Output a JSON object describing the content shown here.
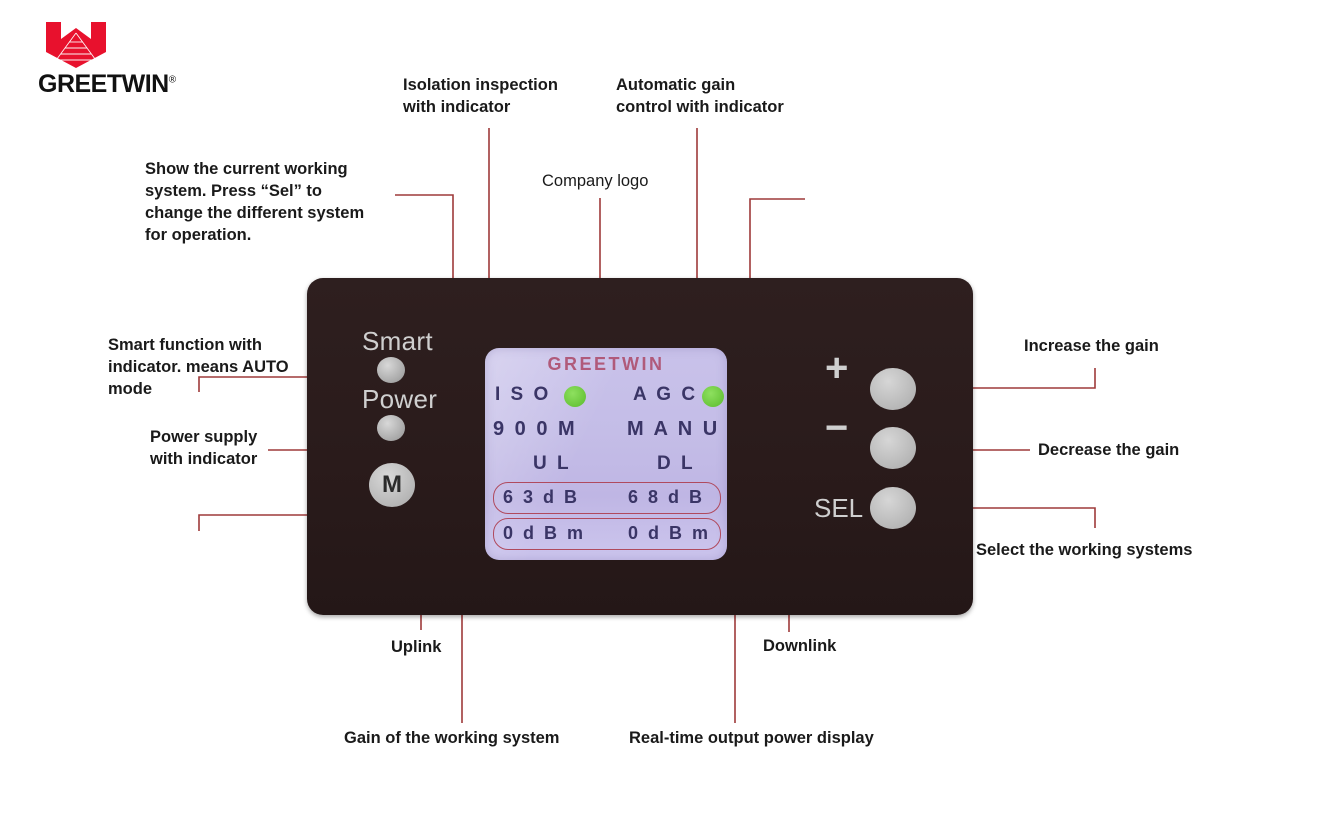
{
  "logo": {
    "name": "GREETWIN",
    "registered": "®",
    "mark_color": "#e8112d"
  },
  "colors": {
    "panel": "#2a1b1b",
    "lcd_background": "#c4bde7",
    "lcd_text": "#3a3566",
    "lcd_brand": "#b05a7a",
    "leader_line": "#9e3a3a",
    "indicator_green": "#6cc83e",
    "button": "#bcbcbc"
  },
  "device": {
    "left_controls": {
      "smart_label": "Smart",
      "power_label": "Power",
      "mode_button_label": "M"
    },
    "right_controls": {
      "plus_label": "+",
      "minus_label": "−",
      "sel_label": "SEL"
    },
    "lcd": {
      "brand": "GREETWIN",
      "iso_label": "I S O",
      "agc_label": "A G C",
      "band_label": "9 0 0 M",
      "mode_label": "M A N U",
      "uplink_label": "U L",
      "downlink_label": "D L",
      "uplink_gain": "6 3 d B",
      "downlink_gain": "6 8 d B",
      "uplink_power": "0 d B m",
      "downlink_power": "0 d B m"
    }
  },
  "annotations": {
    "isolation": "Isolation inspection\nwith indicator",
    "agc": "Automatic gain\ncontrol with indicator",
    "working_system": "Show the current working\nsystem. Press “Sel” to\nchange the different system\nfor operation.",
    "company_logo": "Company logo",
    "smart": "Smart function with\nindicator. means AUTO\nmode",
    "power": "Power supply\nwith indicator",
    "increase_gain": "Increase the gain",
    "decrease_gain": "Decrease the gain",
    "select_systems": "Select the working systems",
    "uplink": "Uplink",
    "downlink": "Downlink",
    "gain_of_system": "Gain of the working system",
    "output_power": "Real-time output power display"
  }
}
